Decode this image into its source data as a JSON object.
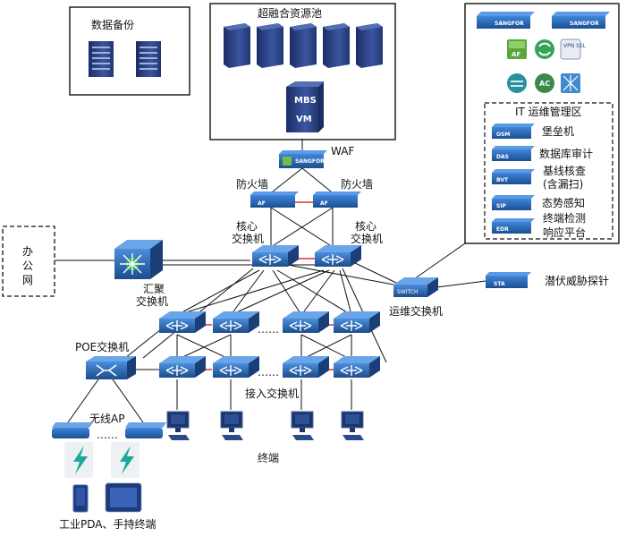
{
  "zones": {
    "backup": "数据备份",
    "pool": "超融合资源池",
    "office": "办公网",
    "it_ops": "IT 运维管理区"
  },
  "devices": {
    "mbs": "MBS",
    "vm": "VM",
    "waf": "WAF",
    "fw_left": "防火墙",
    "fw_right": "防火墙",
    "af": "AF",
    "core_left": "核心交换机",
    "core_right": "核心交换机",
    "aggregation": "汇聚交换机",
    "ops_switch": "运维交换机",
    "poe": "POE交换机",
    "wireless_ap": "无线AP",
    "access": "接入交换机",
    "terminal": "终端",
    "pda": "工业PDA、手持终端",
    "sta": "STA",
    "sta_name": "潜伏威胁探针",
    "ellipsis": "……",
    "brand": "SANGFOR",
    "switch_brand": "SWITCH"
  },
  "top_icons": [
    "AF",
    "VPN SSL",
    "AC"
  ],
  "it_items": [
    {
      "tag": "OSM",
      "name_line1": "堡垒机",
      "name_line2": ""
    },
    {
      "tag": "DAS",
      "name_line1": "数据库审计",
      "name_line2": ""
    },
    {
      "tag": "BVT",
      "name_line1": "基线核查",
      "name_line2": "(含漏扫)"
    },
    {
      "tag": "SIP",
      "name_line1": "态势感知",
      "name_line2": ""
    },
    {
      "tag": "EDR",
      "name_line1": "终端检测",
      "name_line2": "响应平台"
    }
  ],
  "colors": {
    "device_blue": "#1f5fa8",
    "server_navy": "#2c3e78",
    "accent_red": "#e03030",
    "green": "#5aa63c",
    "bolt_teal": "#1ba89a"
  }
}
